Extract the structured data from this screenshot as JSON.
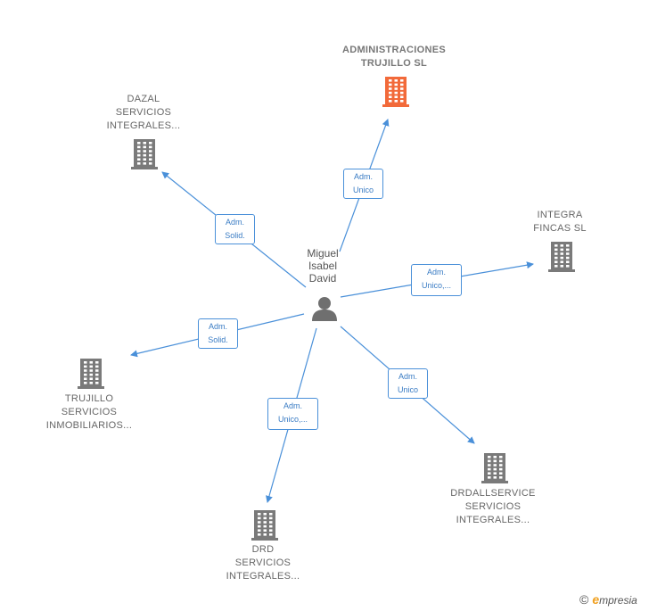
{
  "colors": {
    "edge": "#4a90d9",
    "company": "#7a7a7a",
    "main_company": "#f26a3a",
    "person": "#6f6f6f"
  },
  "person": {
    "name_lines": [
      "Miguel",
      "Isabel",
      "David"
    ],
    "icon": "person-icon"
  },
  "companies": [
    {
      "id": "administraciones-trujillo",
      "lines": [
        "ADMINISTRACIONES",
        "TRUJILLO  SL"
      ],
      "main": true,
      "icon": "building-icon"
    },
    {
      "id": "dazal",
      "lines": [
        "DAZAL",
        "SERVICIOS",
        "INTEGRALES..."
      ],
      "main": false,
      "icon": "building-icon"
    },
    {
      "id": "integra-fincas",
      "lines": [
        "INTEGRA",
        "FINCAS  SL"
      ],
      "main": false,
      "icon": "building-icon"
    },
    {
      "id": "trujillo-servicios",
      "lines": [
        "TRUJILLO",
        "SERVICIOS",
        "INMOBILIARIOS..."
      ],
      "main": false,
      "icon": "building-icon"
    },
    {
      "id": "drdallservice",
      "lines": [
        "DRDALLSERVICE",
        "SERVICIOS",
        "INTEGRALES..."
      ],
      "main": false,
      "icon": "building-icon"
    },
    {
      "id": "drd",
      "lines": [
        "DRD",
        "SERVICIOS",
        "INTEGRALES..."
      ],
      "main": false,
      "icon": "building-icon"
    }
  ],
  "relations": [
    {
      "target": "administraciones-trujillo",
      "lines": [
        "Adm.",
        "Unico"
      ]
    },
    {
      "target": "dazal",
      "lines": [
        "Adm.",
        "Solid."
      ]
    },
    {
      "target": "integra-fincas",
      "lines": [
        "Adm.",
        "Unico,..."
      ]
    },
    {
      "target": "trujillo-servicios",
      "lines": [
        "Adm.",
        "Solid."
      ]
    },
    {
      "target": "drdallservice",
      "lines": [
        "Adm.",
        "Unico"
      ]
    },
    {
      "target": "drd",
      "lines": [
        "Adm.",
        "Unico,..."
      ]
    }
  ],
  "branding": {
    "copyright": "©",
    "brand_initial": "e",
    "brand_rest": "mpresia"
  }
}
